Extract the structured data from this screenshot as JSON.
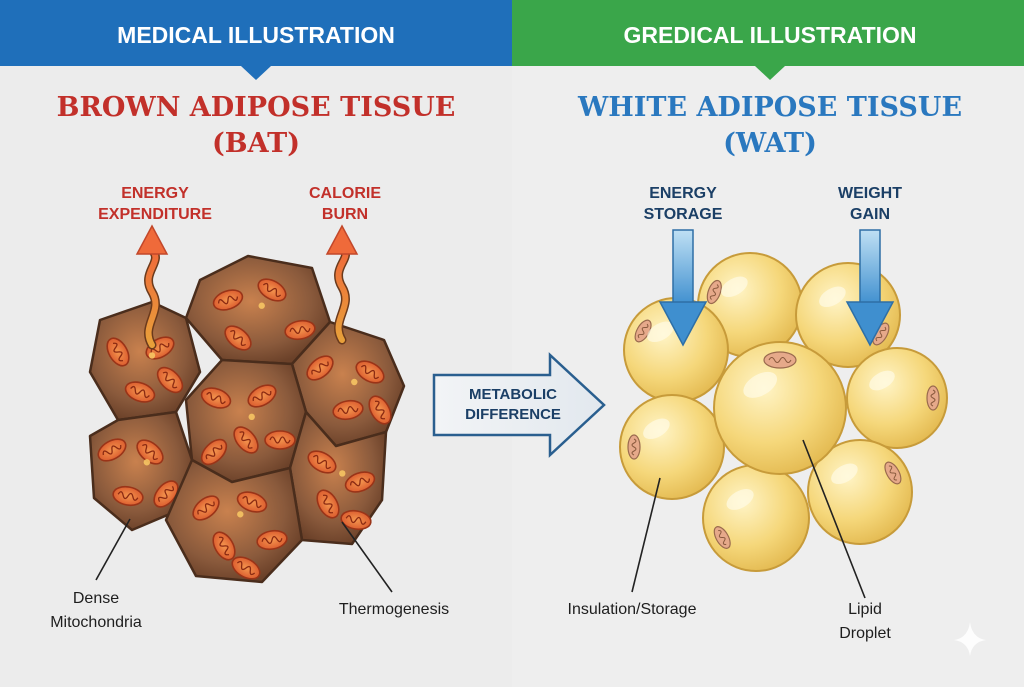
{
  "left_panel": {
    "banner_label": "MEDICAL ILLUSTRATION",
    "banner_color": "#1f6fba",
    "title_line1": "BROWN ADIPOSE TISSUE",
    "title_line2": "(BAT)",
    "title_color": "#c2302a",
    "callout_energy_line1": "ENERGY",
    "callout_energy_line2": "EXPENDITURE",
    "callout_calorie_line1": "CALORIE",
    "callout_calorie_line2": "BURN",
    "callout_color": "#c2302a",
    "label_mito_line1": "Dense",
    "label_mito_line2": "Mitochondria",
    "label_thermo": "Thermogenesis"
  },
  "center": {
    "arrow_label_line1": "METABOLIC",
    "arrow_label_line2": "DIFFERENCE",
    "label_color": "#1b3f66"
  },
  "right_panel": {
    "banner_label": "GREDICAL ILLUSTRATION",
    "banner_color": "#3aa64a",
    "title_line1": "WHITE ADIPOSE TISSUE",
    "title_line2": "(WAT)",
    "title_color": "#2a78bf",
    "callout_storage_line1": "ENERGY",
    "callout_storage_line2": "STORAGE",
    "callout_weight_line1": "WEIGHT",
    "callout_weight_line2": "GAIN",
    "callout_color": "#1b3f66",
    "label_insulation": "Insulation/Storage",
    "label_lipid_line1": "Lipid",
    "label_lipid_line2": "Droplet"
  },
  "colors": {
    "bat_cell_fill": "#8a5a3c",
    "bat_cell_stroke": "#4a2d1c",
    "mitochondria": "#d8542a",
    "wat_cell_fill": "#f5d77a",
    "wat_cell_stroke": "#c79b3a",
    "up_arrow": "#f07c3a",
    "down_arrow": "#5aa8dc"
  }
}
